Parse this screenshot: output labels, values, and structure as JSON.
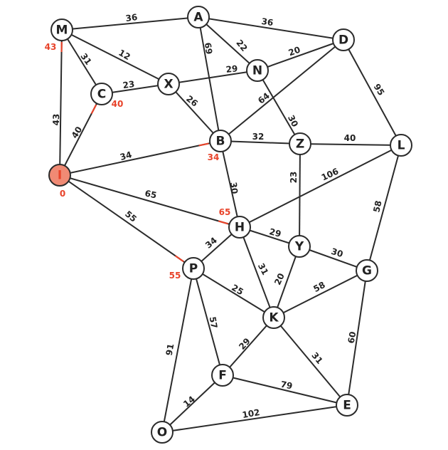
{
  "graph": {
    "nodes": [
      {
        "id": "M",
        "label": "M",
        "dist": "43"
      },
      {
        "id": "A",
        "label": "A",
        "dist": ""
      },
      {
        "id": "D",
        "label": "D",
        "dist": ""
      },
      {
        "id": "N",
        "label": "N",
        "dist": ""
      },
      {
        "id": "X",
        "label": "X",
        "dist": ""
      },
      {
        "id": "C",
        "label": "C",
        "dist": "40"
      },
      {
        "id": "B",
        "label": "B",
        "dist": "34"
      },
      {
        "id": "Z",
        "label": "Z",
        "dist": ""
      },
      {
        "id": "L",
        "label": "L",
        "dist": ""
      },
      {
        "id": "I",
        "label": "I",
        "dist": "0",
        "start": true
      },
      {
        "id": "H",
        "label": "H",
        "dist": "65"
      },
      {
        "id": "Y",
        "label": "Y",
        "dist": ""
      },
      {
        "id": "P",
        "label": "P",
        "dist": "55"
      },
      {
        "id": "G",
        "label": "G",
        "dist": ""
      },
      {
        "id": "K",
        "label": "K",
        "dist": ""
      },
      {
        "id": "F",
        "label": "F",
        "dist": ""
      },
      {
        "id": "E",
        "label": "E",
        "dist": ""
      },
      {
        "id": "O",
        "label": "O",
        "dist": ""
      }
    ],
    "edges": [
      {
        "from": "M",
        "to": "A",
        "weight": "36"
      },
      {
        "from": "A",
        "to": "D",
        "weight": "36"
      },
      {
        "from": "M",
        "to": "C",
        "weight": "31"
      },
      {
        "from": "M",
        "to": "X",
        "weight": "12"
      },
      {
        "from": "M",
        "to": "I",
        "weight": "43",
        "tick": true
      },
      {
        "from": "A",
        "to": "N",
        "weight": "22"
      },
      {
        "from": "A",
        "to": "B",
        "weight": "69"
      },
      {
        "from": "N",
        "to": "D",
        "weight": "20"
      },
      {
        "from": "X",
        "to": "N",
        "weight": "29"
      },
      {
        "from": "C",
        "to": "X",
        "weight": "23"
      },
      {
        "from": "C",
        "to": "I",
        "weight": "40",
        "tick": true
      },
      {
        "from": "X",
        "to": "B",
        "weight": "26"
      },
      {
        "from": "D",
        "to": "B",
        "weight": "64"
      },
      {
        "from": "N",
        "to": "Z",
        "weight": "30"
      },
      {
        "from": "D",
        "to": "L",
        "weight": "95"
      },
      {
        "from": "B",
        "to": "Z",
        "weight": "32"
      },
      {
        "from": "Z",
        "to": "L",
        "weight": "40"
      },
      {
        "from": "I",
        "to": "B",
        "weight": "34",
        "tick": true
      },
      {
        "from": "B",
        "to": "H",
        "weight": "30"
      },
      {
        "from": "Z",
        "to": "Y",
        "weight": "23"
      },
      {
        "from": "L",
        "to": "H",
        "weight": "106"
      },
      {
        "from": "I",
        "to": "H",
        "weight": "65",
        "tick": true
      },
      {
        "from": "I",
        "to": "P",
        "weight": "55",
        "tick": true
      },
      {
        "from": "L",
        "to": "G",
        "weight": "58"
      },
      {
        "from": "H",
        "to": "Y",
        "weight": "29"
      },
      {
        "from": "P",
        "to": "H",
        "weight": "34"
      },
      {
        "from": "H",
        "to": "K",
        "weight": "31"
      },
      {
        "from": "Y",
        "to": "G",
        "weight": "30"
      },
      {
        "from": "Y",
        "to": "K",
        "weight": "20"
      },
      {
        "from": "P",
        "to": "K",
        "weight": "25"
      },
      {
        "from": "K",
        "to": "G",
        "weight": "58"
      },
      {
        "from": "P",
        "to": "F",
        "weight": "57"
      },
      {
        "from": "P",
        "to": "O",
        "weight": "91"
      },
      {
        "from": "K",
        "to": "F",
        "weight": "29"
      },
      {
        "from": "K",
        "to": "E",
        "weight": "31"
      },
      {
        "from": "G",
        "to": "E",
        "weight": "60"
      },
      {
        "from": "F",
        "to": "E",
        "weight": "79"
      },
      {
        "from": "F",
        "to": "O",
        "weight": "14"
      },
      {
        "from": "O",
        "to": "E",
        "weight": "102"
      }
    ]
  }
}
